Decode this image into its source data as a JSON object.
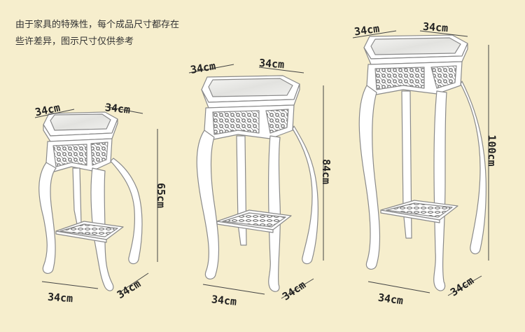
{
  "note": {
    "line1": "由于家具的特殊性，每个成品尺寸都存在",
    "line2": "些许差异，图示尺寸仅供参考"
  },
  "stands": [
    {
      "top_width": "34cm",
      "top_depth": "34cm",
      "height": "65cm",
      "base_width": "34cm",
      "base_depth": "34cm"
    },
    {
      "top_width": "34cm",
      "top_depth": "34cm",
      "height": "84cm",
      "base_width": "34cm",
      "base_depth": "34cm"
    },
    {
      "top_width": "34cm",
      "top_depth": "34cm",
      "height": "100cm",
      "base_width": "34cm",
      "base_depth": "34cm"
    }
  ],
  "colors": {
    "background": "#f6eecd",
    "furniture": "#ffffff",
    "outline": "#8a8a8a",
    "marble": "#e8e8e6",
    "carving": "#5a5a5a"
  }
}
